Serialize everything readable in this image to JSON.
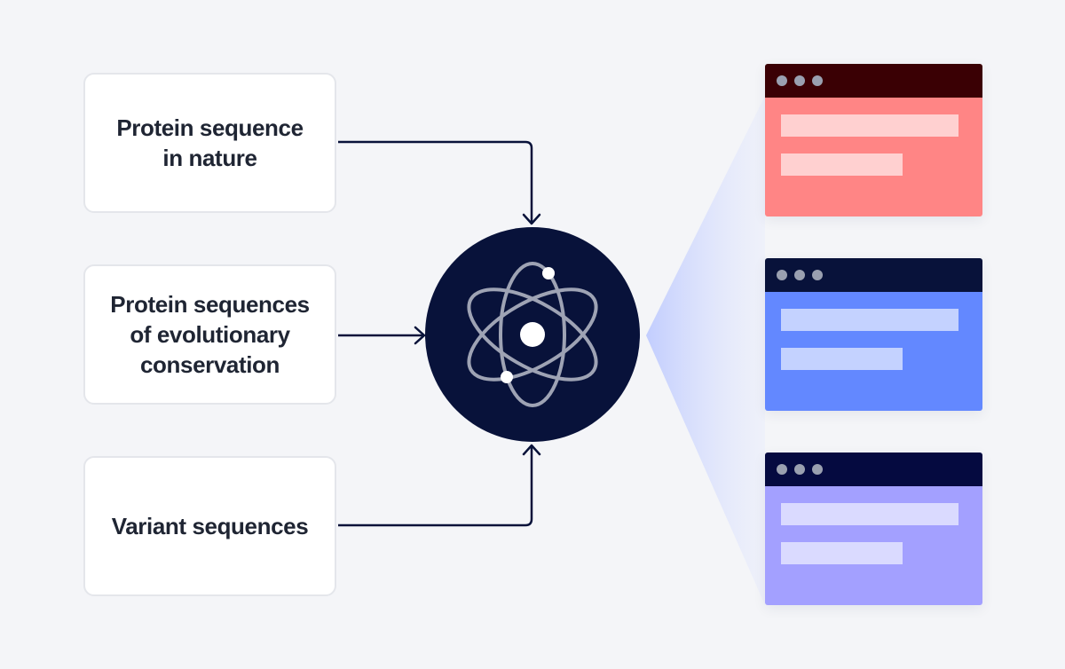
{
  "inputs": [
    {
      "label": "Protein sequence\nin nature"
    },
    {
      "label": "Protein sequences\nof evolutionary\nconservation"
    },
    {
      "label": "Variant sequences"
    }
  ],
  "model": {
    "icon": "atom-icon",
    "circle_color": "#08123a"
  },
  "outputs": [
    {
      "icon": "app-window-icon",
      "bar_color": "#3a0004",
      "body_color": "#ff8585",
      "line_color": "#ffd0d0"
    },
    {
      "icon": "app-window-icon",
      "bar_color": "#08123a",
      "body_color": "#6388ff",
      "line_color": "#c4d2ff"
    },
    {
      "icon": "app-window-icon",
      "bar_color": "#050a40",
      "body_color": "#a3a0ff",
      "line_color": "#dadaff"
    }
  ],
  "colors": {
    "background": "#f4f5f8",
    "connector": "#08123a",
    "fan": "#c8d2ff"
  }
}
